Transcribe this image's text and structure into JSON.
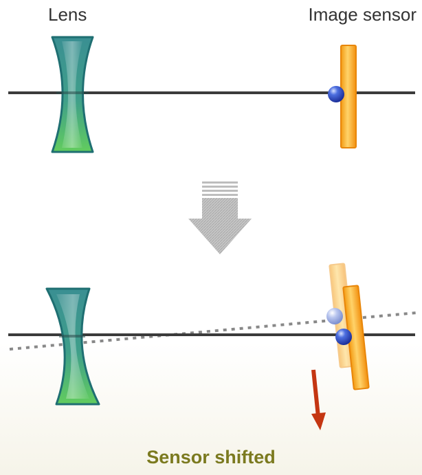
{
  "labels": {
    "lens": "Lens",
    "image_sensor": "Image sensor",
    "caption": "Sensor shifted"
  },
  "colors": {
    "lens_top": "#3a8f92",
    "lens_bottom": "#62cc5e",
    "sensor": "#f6a21a",
    "optical_axis": "#3b3b3b",
    "dot": "#2742b8",
    "arrow_gray": "#bdbdbd",
    "shift_arrow": "#c43612",
    "caption": "#7b7a1f"
  },
  "icons": {
    "transition_arrow": "down-arrow-icon",
    "shift_arrow": "down-arrow-icon"
  }
}
